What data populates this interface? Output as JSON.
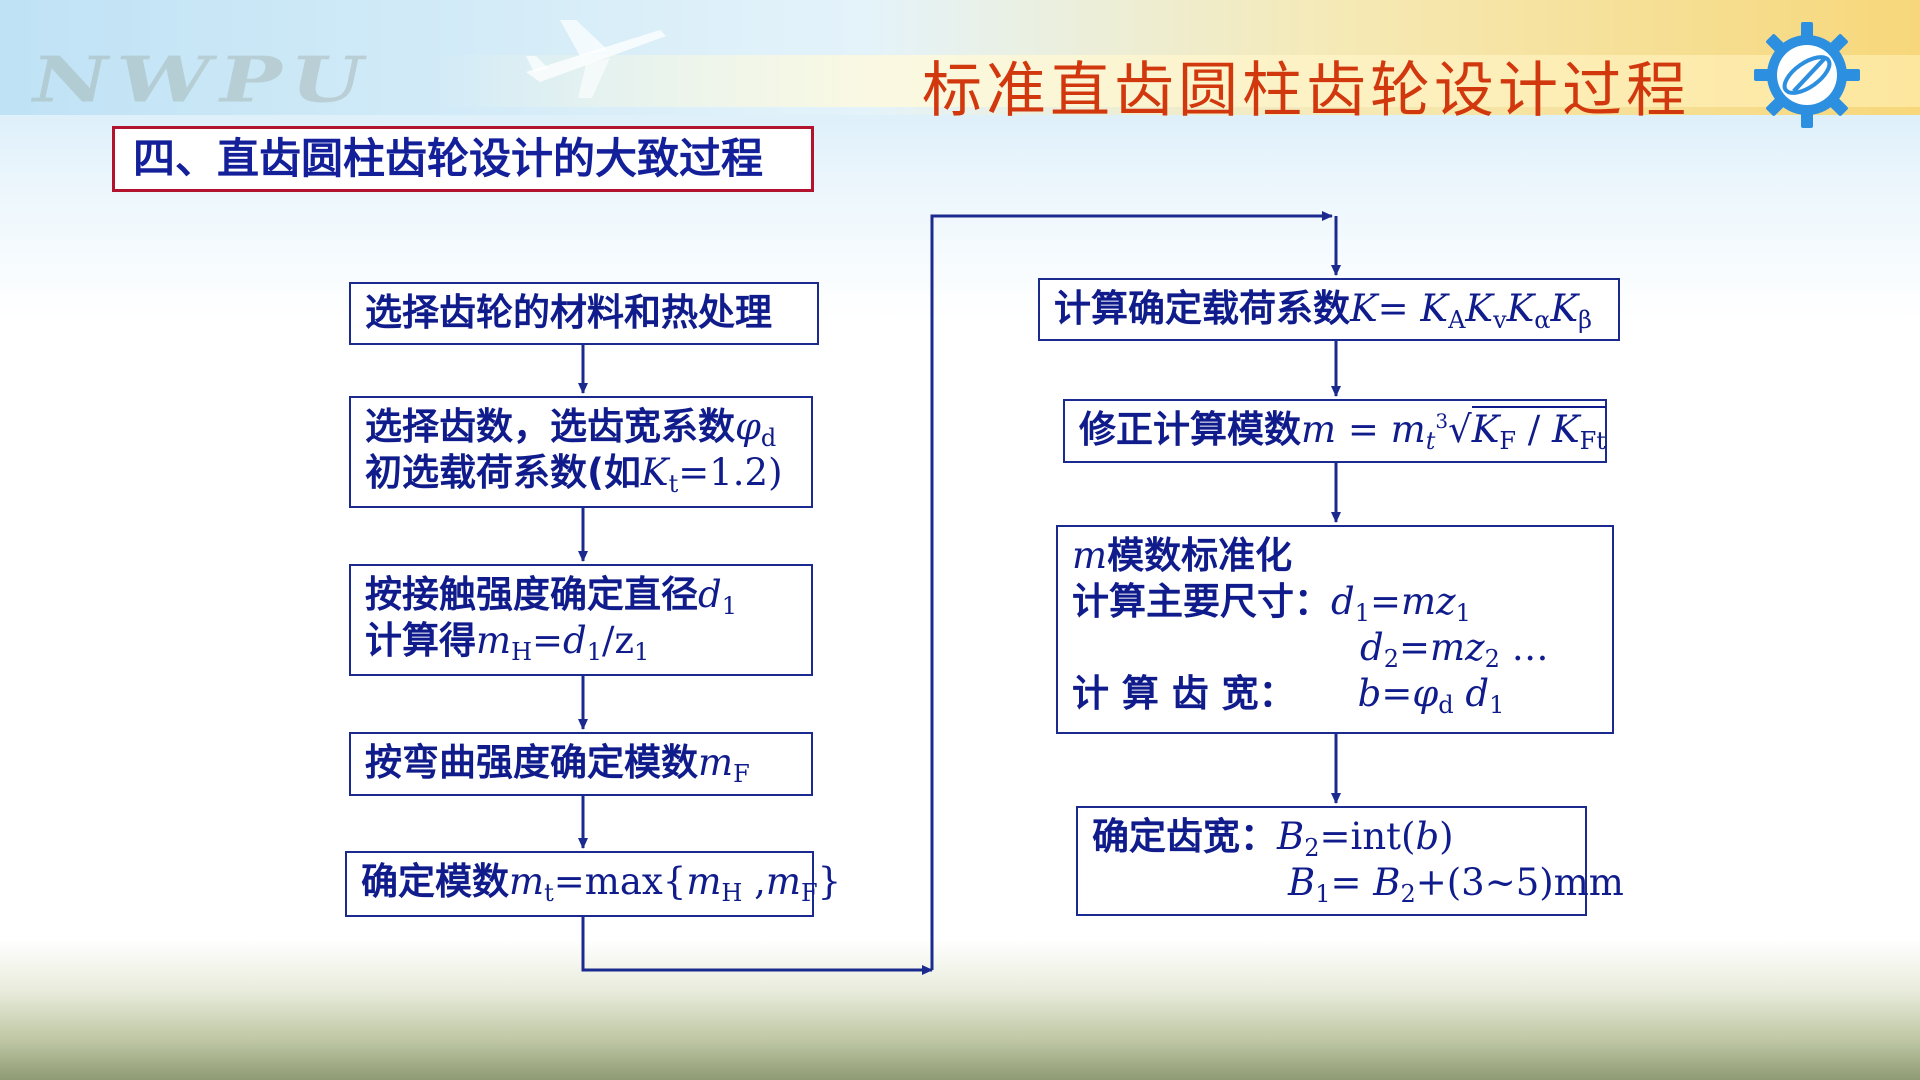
{
  "header": {
    "logo_text": "NWPU",
    "slide_title": "标准直齿圆柱齿轮设计过程"
  },
  "section_heading": "四、直齿圆柱齿轮设计的大致过程",
  "flowchart": {
    "left_column": [
      {
        "lines": [
          "选择齿轮的材料和热处理"
        ]
      },
      {
        "lines": [
          "选择齿数，选齿宽系数φd",
          "初选载荷系数(如Kt=1.2)"
        ]
      },
      {
        "lines": [
          "按接触强度确定直径d1",
          "计算得mH=d1/z1"
        ]
      },
      {
        "lines": [
          "按弯曲强度确定模数mF"
        ]
      },
      {
        "lines": [
          "确定模数mt=max{mH ,mF}"
        ]
      }
    ],
    "right_column": [
      {
        "lines": [
          "计算确定载荷系数K= KAKvKαKβ"
        ]
      },
      {
        "lines": [
          "修正计算模数m = mt∛(KF / KFt)"
        ]
      },
      {
        "lines": [
          "m模数标准化",
          "计算主要尺寸：d1=mz1",
          "d2=mz2 …",
          "计 算 齿 宽：b=φd d1"
        ]
      },
      {
        "lines": [
          "确定齿宽：B2=int(b)",
          "B1= B2+(3~5)mm"
        ]
      }
    ],
    "line_color": "#1b2a8f",
    "text_color": "#101c8c"
  },
  "colors": {
    "title": "#d2380e",
    "heading_border": "#b3142d",
    "heading_text": "#14209a"
  },
  "icons": [
    "airplane-icon",
    "gear-emblem-icon"
  ]
}
